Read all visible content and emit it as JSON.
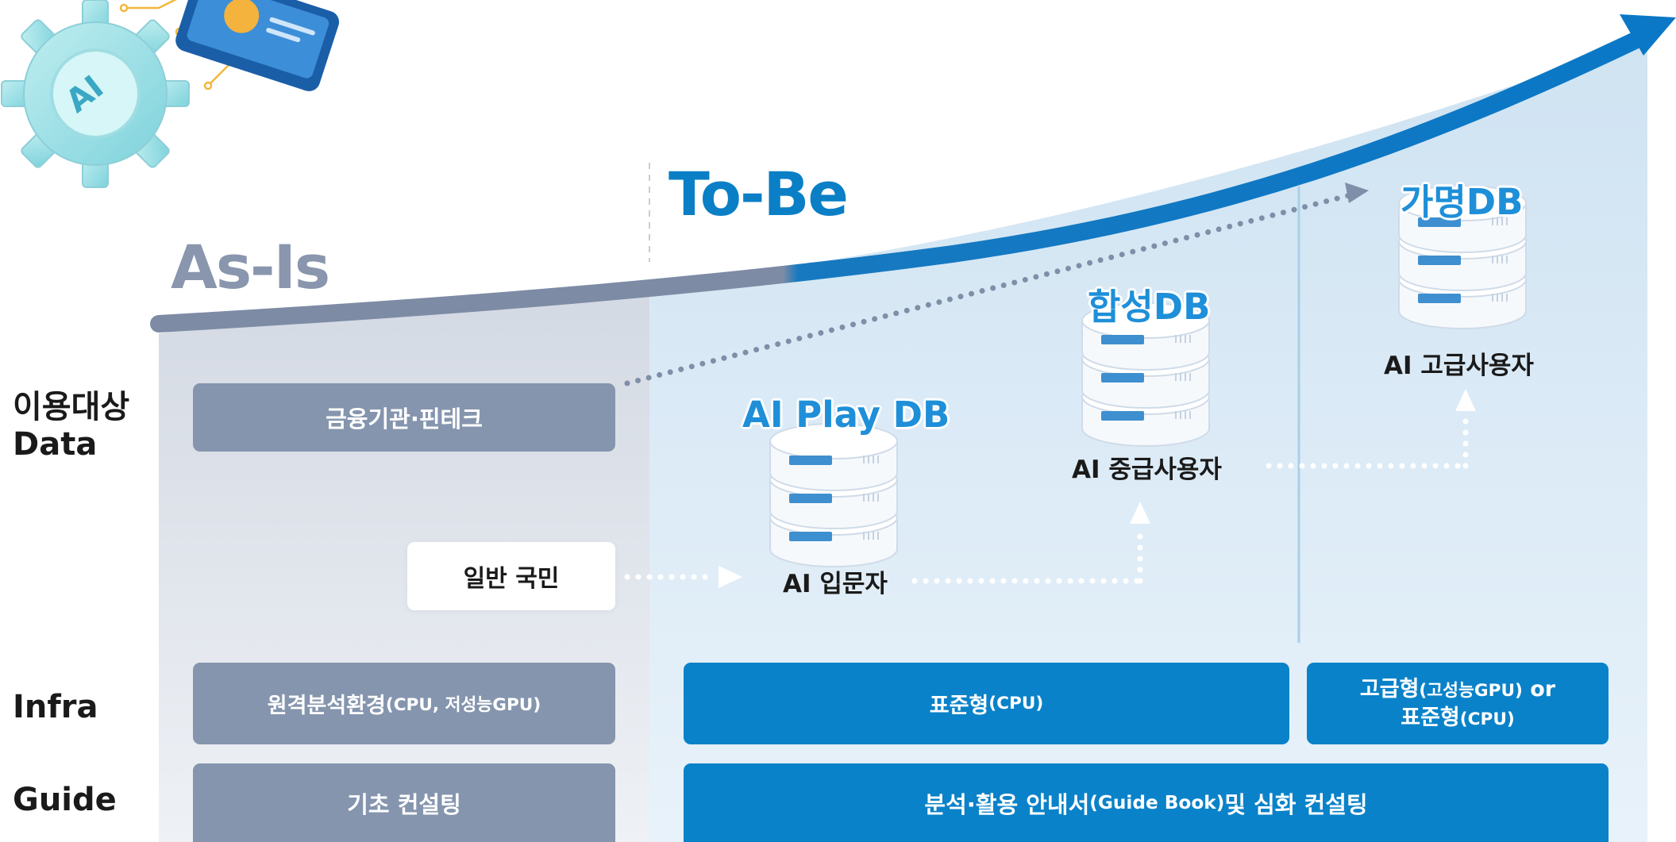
{
  "headings": {
    "as_is": "As-Is",
    "to_be": "To-Be"
  },
  "row_labels": {
    "target_line1": "이용대상",
    "target_line2": "Data",
    "infra": "Infra",
    "guide": "Guide"
  },
  "as_is": {
    "target_box": "금융기관·핀테크",
    "public_box": "일반 국민",
    "infra_box": {
      "main": "원격분석환경",
      "sub": "(CPU, 저성능GPU)"
    },
    "guide_box": "기초 컨설팅"
  },
  "databases": [
    {
      "label": "AI Play DB",
      "user": "AI 입문자"
    },
    {
      "label": "합성DB",
      "user": "AI 중급사용자"
    },
    {
      "label": "가명DB",
      "user": "AI 고급사용자"
    }
  ],
  "to_be": {
    "infra_standard": {
      "main": "표준형",
      "sub": "(CPU)"
    },
    "infra_advanced": {
      "main1": "고급형",
      "sub1": "(고성능GPU)",
      "or": " or",
      "main2": "표준형",
      "sub2": "(CPU)"
    },
    "guide_box": {
      "part1": "분석·활용 안내서",
      "sub": "(Guide Book)",
      "part2": " 및 심화 컨설팅"
    }
  },
  "logo": {
    "text": "AI"
  },
  "colors": {
    "as_is_panel": "#dde2ea",
    "to_be_panel": "#dbeaf6",
    "gray_box": "#8595ae",
    "blue_box": "#0a82c9",
    "heading_blue": "#0a7fc6",
    "heading_gray": "#8996ad",
    "db_label": "#1e8fd8"
  }
}
